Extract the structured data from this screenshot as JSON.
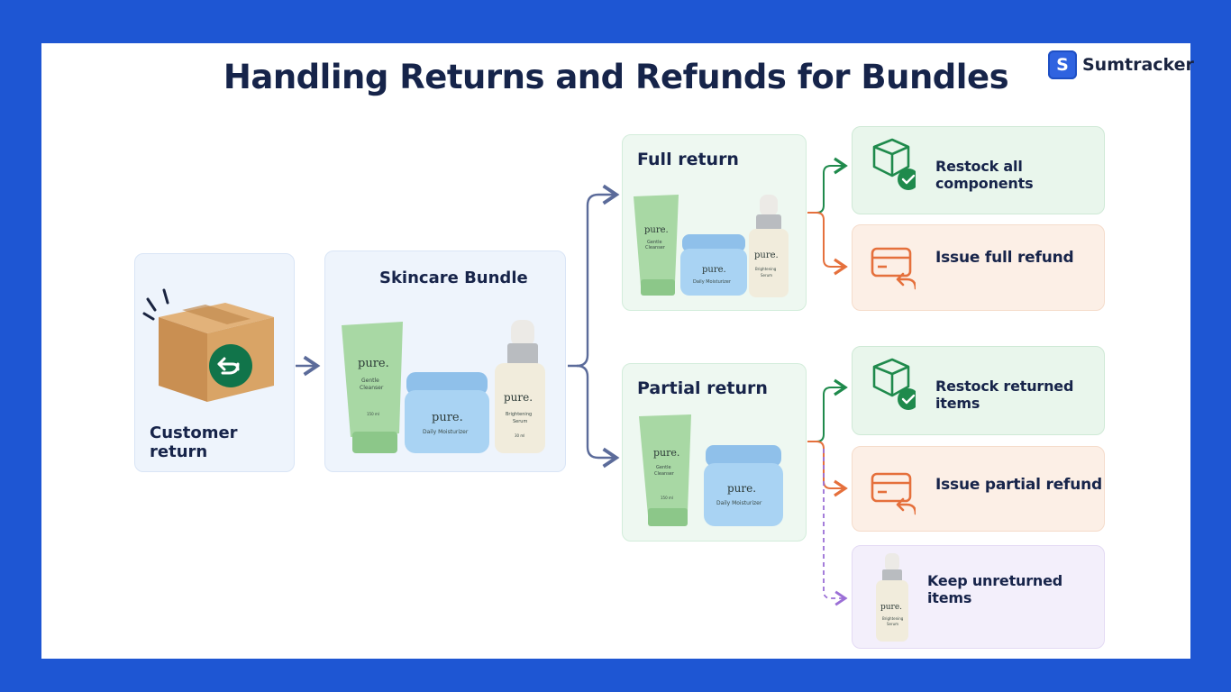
{
  "title": "Handling Returns and Refunds for Bundles",
  "brand": {
    "badge": "S",
    "name": "Sumtracker"
  },
  "customer_return": {
    "label": "Customer return",
    "icon": "return-box-icon"
  },
  "bundle": {
    "label": "Skincare Bundle",
    "products": [
      {
        "brand": "pure.",
        "line1": "Gentle",
        "line2": "Cleanser",
        "size": "150 ml"
      },
      {
        "brand": "pure.",
        "line1": "Daily Moisturizer"
      },
      {
        "brand": "pure.",
        "line1": "Brightening",
        "line2": "Serum",
        "size": "30 ml"
      }
    ]
  },
  "full_return": {
    "label": "Full return"
  },
  "partial_return": {
    "label": "Partial return"
  },
  "actions": {
    "restock_all": "Restock all components",
    "full_refund": "Issue full refund",
    "restock_returned": "Restock returned items",
    "partial_refund": "Issue partial refund",
    "keep_unreturned": "Keep unreturned items"
  },
  "colors": {
    "background": "#1e56d3",
    "title": "#16244a",
    "green": "#1f8a4c",
    "orange": "#e5703c",
    "purple": "#9b6fd6",
    "arrow_blue": "#5b6b9a"
  }
}
